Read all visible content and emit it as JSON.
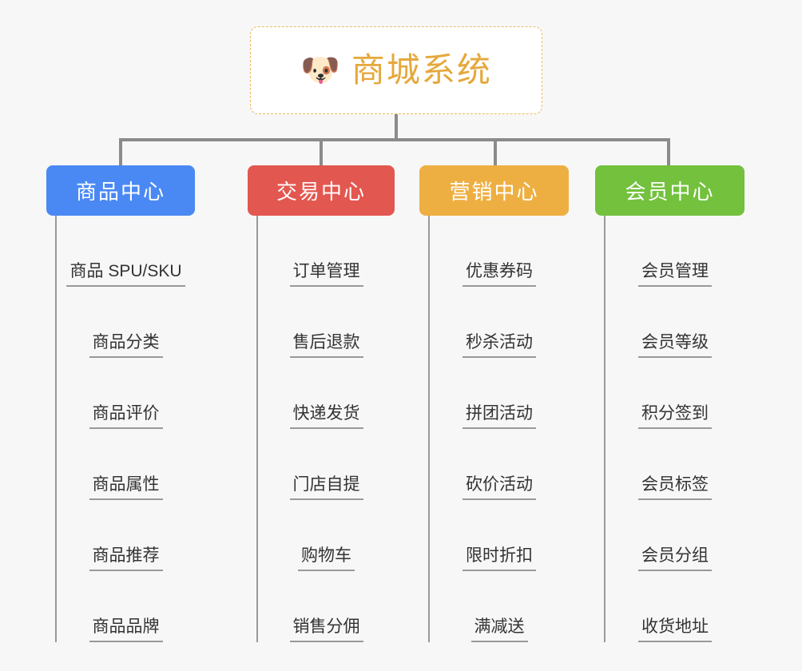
{
  "page": {
    "background_color": "#f7f7f7",
    "diagram_type": "tree"
  },
  "root": {
    "icon": "shiba-dog-face-icon",
    "emoji": "🐶",
    "title": "商城系统",
    "text_color": "#e5a83c",
    "border_color": "#eab862",
    "background_color": "#ffffff"
  },
  "connector": {
    "color": "#8b8b8b"
  },
  "columns": [
    {
      "id": "product-center",
      "header": "商品中心",
      "color": "#4a89f3",
      "items": [
        "商品 SPU/SKU",
        "商品分类",
        "商品评价",
        "商品属性",
        "商品推荐",
        "商品品牌"
      ]
    },
    {
      "id": "trade-center",
      "header": "交易中心",
      "color": "#e2574f",
      "items": [
        "订单管理",
        "售后退款",
        "快递发货",
        "门店自提",
        "购物车",
        "销售分佣"
      ]
    },
    {
      "id": "marketing-center",
      "header": "营销中心",
      "color": "#eeaf42",
      "items": [
        "优惠券码",
        "秒杀活动",
        "拼团活动",
        "砍价活动",
        "限时折扣",
        "满减送"
      ]
    },
    {
      "id": "member-center",
      "header": "会员中心",
      "color": "#73c13d",
      "items": [
        "会员管理",
        "会员等级",
        "积分签到",
        "会员标签",
        "会员分组",
        "收货地址"
      ]
    }
  ]
}
